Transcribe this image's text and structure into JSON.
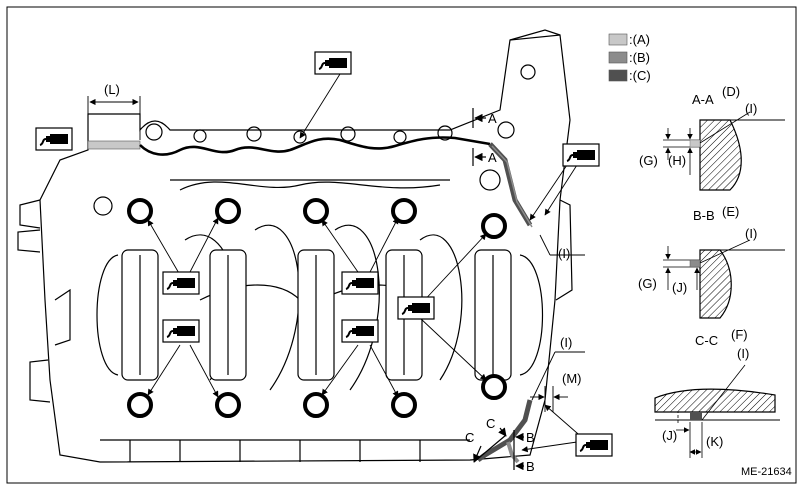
{
  "legend": [
    {
      "swatch": "#c8c8c8",
      "label": ":(A)"
    },
    {
      "swatch": "#8c8c8c",
      "label": ":(B)"
    },
    {
      "swatch": "#505050",
      "label": ":(C)"
    }
  ],
  "dims": {
    "L": "(L)",
    "M": "(M)",
    "I": "(I)"
  },
  "section_marks": {
    "A": "A",
    "B": "B",
    "C": "C"
  },
  "details": {
    "aa": {
      "title": "A-A",
      "sub": "(D)",
      "I": "(I)",
      "G": "(G)",
      "H": "(H)"
    },
    "bb": {
      "title": "B-B",
      "sub": "(E)",
      "I": "(I)",
      "G": "(G)",
      "J": "(J)"
    },
    "cc": {
      "title": "C-C",
      "sub": "(F)",
      "I": "(I)",
      "J": "(J)",
      "K": "(K)"
    }
  },
  "ref_code": "ME-21634"
}
